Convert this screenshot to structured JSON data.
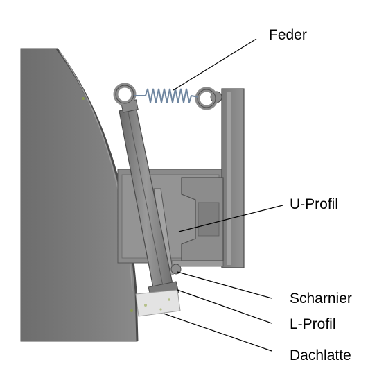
{
  "labels": {
    "feder": "Feder",
    "u_profil": "U-Profil",
    "scharnier": "Scharnier",
    "l_profil": "L-Profil",
    "dachlatte": "Dachlatte"
  },
  "colors": {
    "dish_fill": "#7a7a7a",
    "dish_rim": "#555555",
    "arm_fill": "#8f8f8f",
    "bracket_fill": "#868686",
    "spring": "#6f86a0",
    "dachlatte_fill": "#e3e3e3",
    "leader_line": "#000000"
  }
}
